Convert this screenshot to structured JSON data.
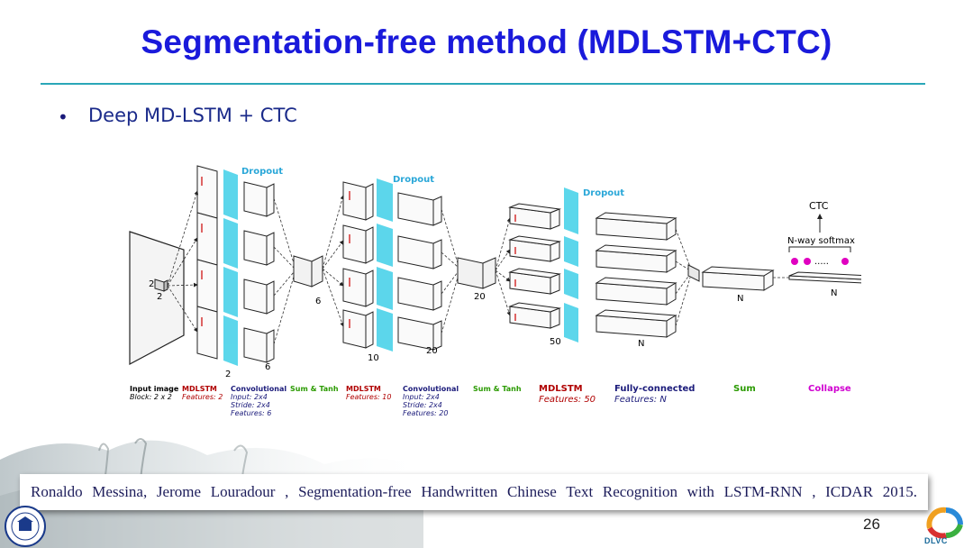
{
  "slide": {
    "title": "Segmentation-free method (MDLSTM+CTC)",
    "bullet": "Deep MD-LSTM + CTC",
    "citation": "Ronaldo Messina, Jerome Louradour , Segmentation-free Handwritten Chinese Text Recognition with LSTM-RNN , ICDAR 2015.",
    "page_number": "26",
    "logo_text": "DLVC",
    "colors": {
      "title": "#1a1adb",
      "rule": "#2aa7b8",
      "dropout": "#40d0e8",
      "mdlstm": "#b00000",
      "convolutional": "#1a1a7a",
      "sum": "#2a9a00",
      "collapse": "#d000d0"
    }
  },
  "diagram": {
    "dropout_labels": [
      "Dropout",
      "Dropout",
      "Dropout"
    ],
    "dims": {
      "d2a": "2",
      "d2b": "2",
      "d2c": "2",
      "d6a": "6",
      "d6b": "6",
      "d10": "10",
      "d20a": "20",
      "d20b": "20",
      "d50": "50",
      "dNa": "N",
      "dNb": "N",
      "dNc": "N"
    },
    "ctc": "CTC",
    "softmax": "N-way softmax",
    "dots": ".....",
    "legend": {
      "input_title": "Input image",
      "input_sub": "Block: 2 x 2",
      "mdlstm1_title": "MDLSTM",
      "mdlstm1_sub": "Features: 2",
      "conv1_title": "Convolutional",
      "conv1_l1": "Input: 2x4",
      "conv1_l2": "Stride: 2x4",
      "conv1_l3": "Features: 6",
      "sumtanh1": "Sum & Tanh",
      "mdlstm2_title": "MDLSTM",
      "mdlstm2_sub": "Features: 10",
      "conv2_title": "Convolutional",
      "conv2_l1": "Input: 2x4",
      "conv2_l2": "Stride: 2x4",
      "conv2_l3": "Features: 20",
      "sumtanh2": "Sum & Tanh",
      "mdlstm3_title": "MDLSTM",
      "mdlstm3_sub": "Features: 50",
      "fc_title": "Fully-connected",
      "fc_sub": "Features: N",
      "sum": "Sum",
      "collapse": "Collapse"
    }
  }
}
